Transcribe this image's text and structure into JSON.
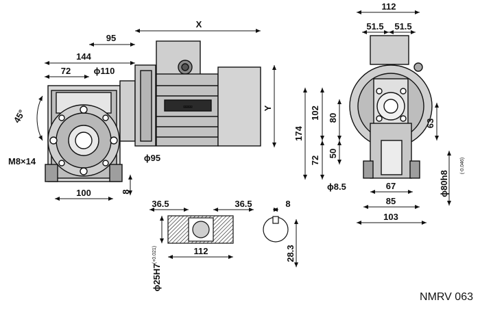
{
  "model": "NMRV 063",
  "brand_logo_alt": "motor nameplate logo",
  "dims": {
    "left_view": {
      "d95": "95",
      "d144": "144",
      "d72": "72",
      "d110": "ϕ110",
      "angle45": "45°",
      "m8x14": "M8×14",
      "d100": "100",
      "d8": "8",
      "d95b": "ϕ95"
    },
    "motor": {
      "x": "X",
      "y": "Y"
    },
    "right_view": {
      "d112": "112",
      "d51a": "51.5",
      "d51b": "51.5",
      "d174": "174",
      "d102": "102",
      "d80": "80",
      "d72": "72",
      "d50": "50",
      "d63": "63",
      "d85hole": "ϕ8.5",
      "d67": "67",
      "d85": "85",
      "d103": "103",
      "d80h8": "ϕ80h8",
      "d80h8_tol": "(-0.046)"
    },
    "shaft": {
      "d36a": "36.5",
      "d36b": "36.5",
      "d112": "112",
      "d25h7": "ϕ25H7",
      "d25h7_tol": "(+0.021)",
      "d8": "8",
      "d28": "28.3"
    }
  }
}
